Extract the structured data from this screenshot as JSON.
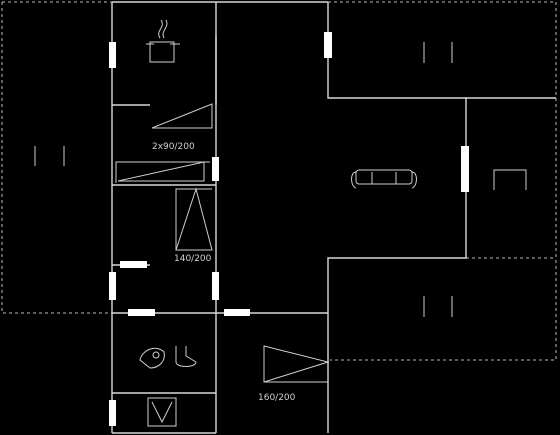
{
  "rooms": {
    "bedroom_top": {
      "bed_label": "2x90/200"
    },
    "bedroom_mid": {
      "bed_label": "140/200"
    },
    "bedroom_bottom": {
      "bed_label": "160/200"
    }
  },
  "icons": {
    "stove": "cooking-pot-icon",
    "sofa": "sofa-icon",
    "table": "table-icon",
    "shower": "shower-icon",
    "toilet": "toilet-icon",
    "sink": "sink-icon",
    "window": "window-icon"
  },
  "colors": {
    "background": "#000000",
    "walls": "#d8d8d8",
    "doors": "#ffffff"
  }
}
